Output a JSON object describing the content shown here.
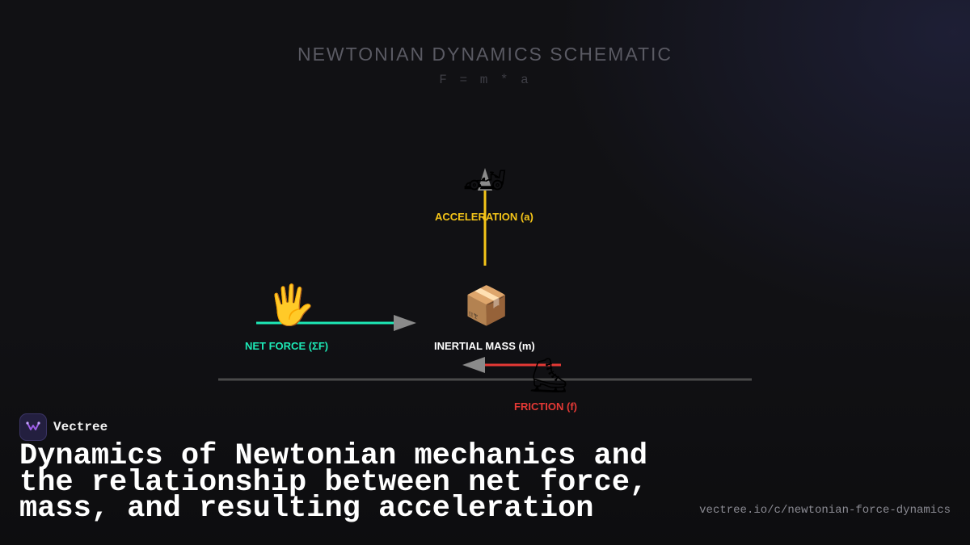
{
  "header": {
    "title": "NEWTONIAN DYNAMICS SCHEMATIC",
    "formula": "F = m * a"
  },
  "diagram": {
    "net_force": {
      "label": "NET FORCE (ΣF)",
      "icon": "raised-hand-icon",
      "glyph": "🖐",
      "color": "#1de9b6"
    },
    "mass": {
      "label": "INERTIAL MASS (m)",
      "icon": "package-icon",
      "glyph": "📦",
      "color": "#ffffff"
    },
    "acceleration": {
      "label": "ACCELERATION (a)",
      "icon": "race-car-icon",
      "glyph": "🏎",
      "color": "#f5c518"
    },
    "friction": {
      "label": "FRICTION (f)",
      "icon": "ice-skate-icon",
      "glyph": "⛸",
      "color": "#e53935"
    },
    "arrow_color": "#8a8a8a",
    "ground_color": "#4a4a4a"
  },
  "brand": {
    "name": "Vectree",
    "accent": "#9b5de5"
  },
  "headline": "Dynamics of Newtonian mechanics and the relationship between net force, mass, and resulting acceleration",
  "url": "vectree.io/c/newtonian-force-dynamics"
}
